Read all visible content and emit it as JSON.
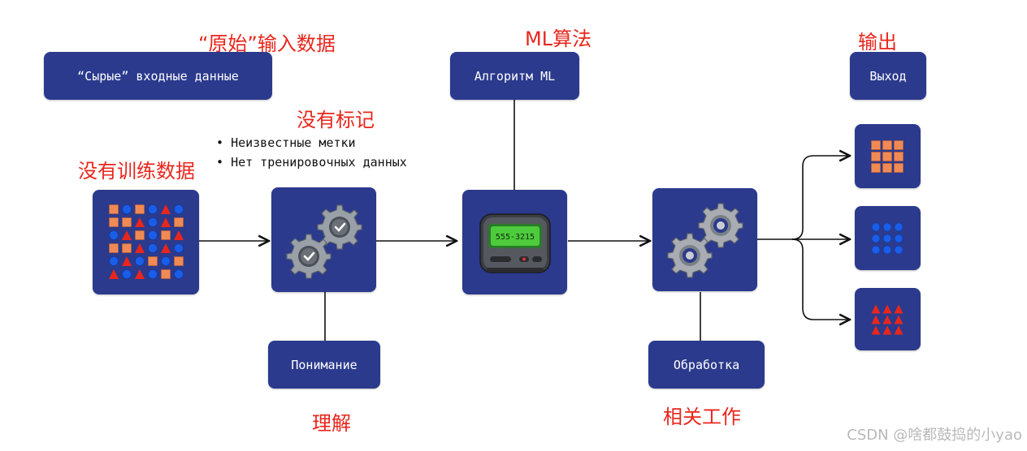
{
  "labels": {
    "raw_input_cn": "“原始”输入数据",
    "ml_algo_cn": "ML算法",
    "output_cn": "输出",
    "no_label_cn": "没有标记",
    "no_training_cn": "没有训练数据",
    "understanding_cn": "理解",
    "related_work_cn": "相关工作"
  },
  "boxes": {
    "raw_input": "“Сырые” входные данные",
    "algorithm": "Алгоритм ML",
    "output": "Выход",
    "understanding": "Понимание",
    "processing": "Обработка"
  },
  "bullets": [
    "Неизвестные метки",
    "Нет тренировочных данных"
  ],
  "pager_text": "555-3215",
  "watermark": "CSDN @啥都鼓捣的小yao",
  "colors": {
    "box": "#2b3a8c",
    "label_red": "#e8261c",
    "line": "#111111",
    "square": "#f08a55",
    "circle": "#1a5de8",
    "triangle": "#e8261c"
  }
}
